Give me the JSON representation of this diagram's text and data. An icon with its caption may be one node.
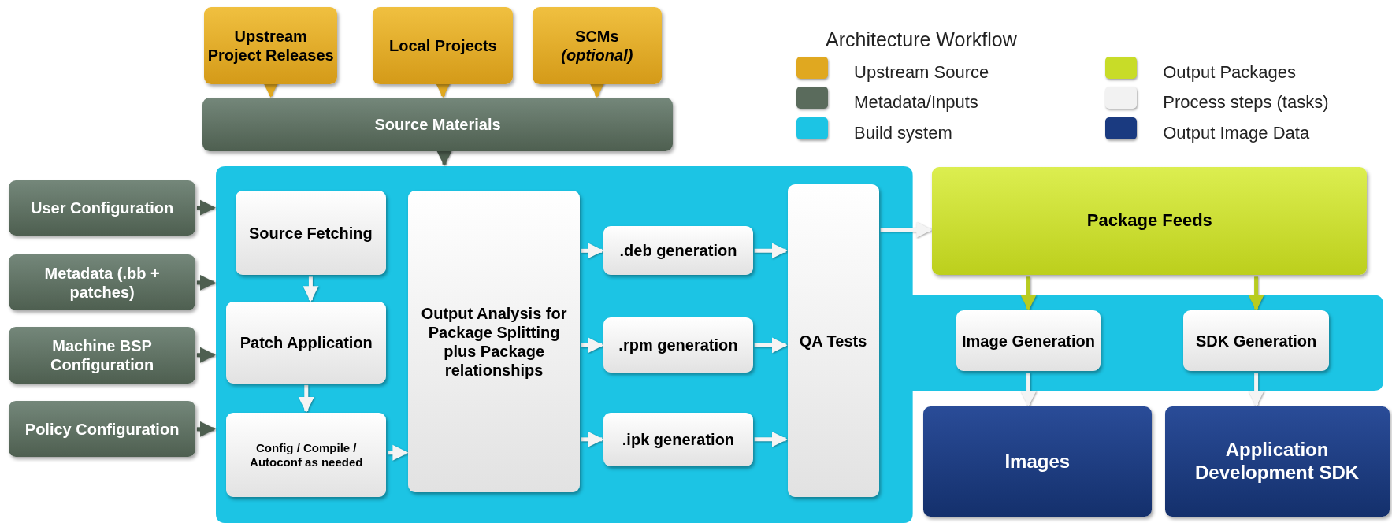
{
  "diagram": {
    "title": "Architecture Workflow",
    "nodes": [
      {
        "text": [
          "Upstream Project Releases"
        ]
      },
      {
        "text": [
          "Local Projects"
        ]
      },
      {
        "text": [
          "SCMs",
          "(optional)"
        ]
      },
      {
        "text": [
          "Source Materials"
        ]
      },
      {
        "text": [],
        "shape": "box"
      },
      {
        "text": [
          "User Configuration"
        ]
      },
      {
        "text": [
          "Metadata (.bb + patches)"
        ]
      },
      {
        "text": [
          "Machine BSP Configuration"
        ]
      },
      {
        "text": [
          "Policy Configuration"
        ]
      },
      {
        "text": [
          "Source Fetching"
        ],
        "in": 4
      },
      {
        "text": [
          "Patch Application"
        ],
        "in": 4
      },
      {
        "text": [
          "Config / Compile / Autoconf as needed"
        ],
        "in": 4
      },
      {
        "text": [
          "Output Analysis for Package Splitting plus Package relationships"
        ],
        "in": 4
      },
      {
        "text": [
          ".deb generation"
        ],
        "in": 4
      },
      {
        "text": [
          ".rpm generation"
        ],
        "in": 4
      },
      {
        "text": [
          ".ipk generation"
        ],
        "in": 4
      },
      {
        "text": [
          "QA Tests"
        ],
        "in": 4
      },
      {
        "text": [
          "Package Feeds"
        ]
      },
      {
        "text": [
          "Image Generation"
        ],
        "in": 4
      },
      {
        "text": [
          "SDK Generation"
        ],
        "in": 4
      },
      {
        "text": [
          "Images"
        ]
      },
      {
        "text": [
          "Application Development SDK"
        ]
      }
    ],
    "edges": [
      {
        "from": 0,
        "to": 3,
        "arrow": "to",
        "color": "#e0a820"
      },
      {
        "from": 1,
        "to": 3,
        "arrow": "to",
        "color": "#e0a820"
      },
      {
        "from": 2,
        "to": 3,
        "arrow": "to",
        "color": "#e0a820"
      },
      {
        "from": 3,
        "to": 4,
        "arrow": "to",
        "color": "#4e5f50"
      },
      {
        "from": 5,
        "to": 4,
        "arrow": "to",
        "color": "#4e5f50"
      },
      {
        "from": 6,
        "to": 4,
        "arrow": "to",
        "color": "#4e5f50"
      },
      {
        "from": 7,
        "to": 4,
        "arrow": "to",
        "color": "#4e5f50"
      },
      {
        "from": 8,
        "to": 4,
        "arrow": "to",
        "color": "#4e5f50"
      },
      {
        "from": 9,
        "to": 10,
        "arrow": "to"
      },
      {
        "from": 10,
        "to": 11,
        "arrow": "to"
      },
      {
        "from": 11,
        "to": 12,
        "arrow": "to"
      },
      {
        "from": 12,
        "to": 13,
        "arrow": "to"
      },
      {
        "from": 12,
        "to": 14,
        "arrow": "to"
      },
      {
        "from": 12,
        "to": 15,
        "arrow": "to"
      },
      {
        "from": 13,
        "to": 16,
        "arrow": "to"
      },
      {
        "from": 14,
        "to": 16,
        "arrow": "to"
      },
      {
        "from": 15,
        "to": 16,
        "arrow": "to"
      },
      {
        "from": 16,
        "to": 17,
        "arrow": "to"
      },
      {
        "from": 17,
        "to": 18,
        "arrow": "to",
        "color": "#b8cc20"
      },
      {
        "from": 17,
        "to": 19,
        "arrow": "to",
        "color": "#b8cc20"
      },
      {
        "from": 18,
        "to": 20,
        "arrow": "to"
      },
      {
        "from": 19,
        "to": 21,
        "arrow": "to"
      }
    ],
    "legend": [
      {
        "text": "Upstream Source",
        "color": "#e0a820"
      },
      {
        "text": "Metadata/Inputs",
        "color": "#5a6b5c"
      },
      {
        "text": "Build system",
        "color": "#1cc4e4"
      },
      {
        "text": "Output Packages",
        "color": "#c8dc28"
      },
      {
        "text": "Process steps (tasks)",
        "color": "#f2f2f2"
      },
      {
        "text": "Output Image Data",
        "color": "#1a3a80"
      }
    ]
  }
}
